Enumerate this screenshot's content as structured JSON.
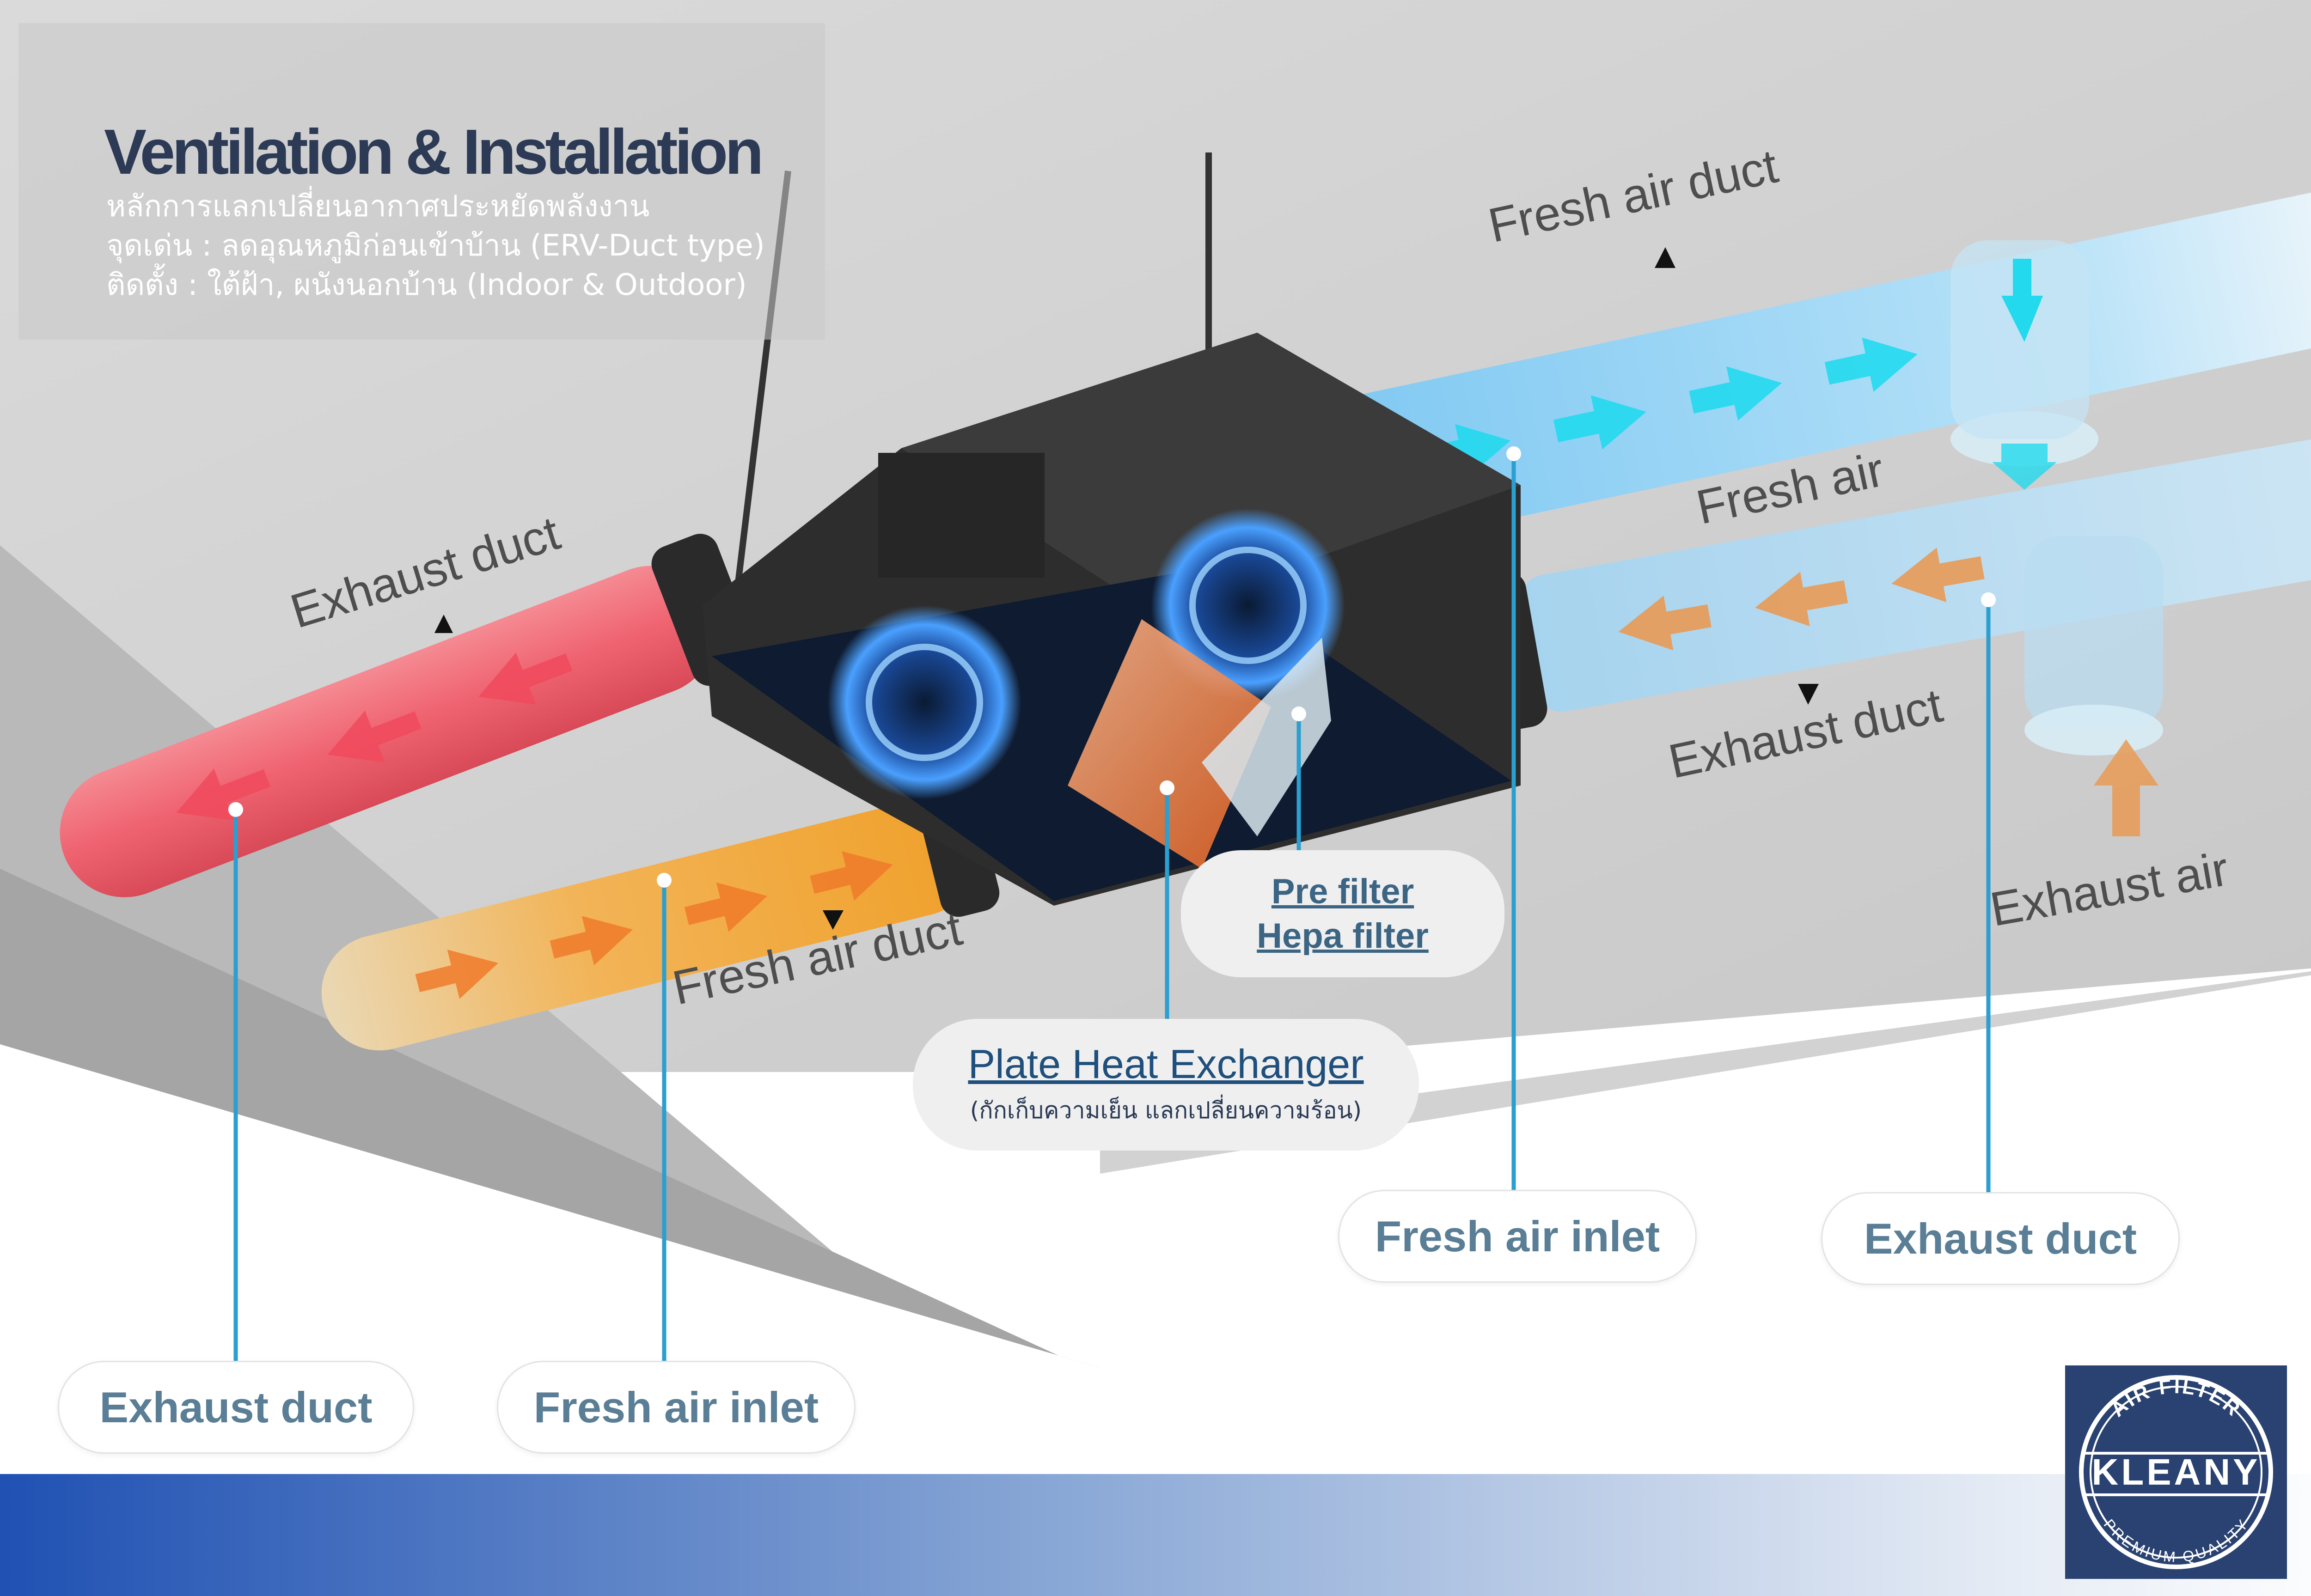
{
  "header": {
    "title": "Ventilation & Installation",
    "lines": [
      "หลักการแลกเปลี่ยนอากาศประหยัดพลังงาน",
      "จุดเด่น : ลดอุณหภูมิก่อนเข้าบ้าน (ERV-Duct type)",
      "ติดตั้ง : ใต้ฝ้า, ผนังนอกบ้าน (Indoor & Outdoor)"
    ]
  },
  "duct_labels": {
    "fresh_air_duct_top": "Fresh air duct",
    "fresh_air": "Fresh air",
    "exhaust_duct_left": "Exhaust duct",
    "exhaust_duct_right": "Exhaust duct",
    "fresh_air_duct_bottom": "Fresh air duct",
    "exhaust_air": "Exhaust air"
  },
  "callouts": {
    "pre_filter": "Pre filter",
    "hepa_filter": "Hepa filter",
    "plate_heat_exchanger": "Plate Heat Exchanger",
    "plate_heat_exchanger_sub": "(กักเก็บความเย็น แลกเปลี่ยนความร้อน)",
    "fresh_air_inlet_right": "Fresh air inlet",
    "exhaust_duct_right": "Exhaust duct",
    "exhaust_duct_left": "Exhaust duct",
    "fresh_air_inlet_left": "Fresh air inlet"
  },
  "logo": {
    "arc_top": "AIR FILTER",
    "brand": "KLEANY",
    "arc_bottom": "PREMIUM QUALITY"
  },
  "colors": {
    "title": "#2c3a55",
    "exhaust_red": "#f06a75",
    "fresh_orange": "#f0a030",
    "fresh_blue": "#8fd0f2",
    "exhaust_blue": "#a8d2ec",
    "arrow_cyan": "#22d9ee",
    "arrow_orange": "#e89a55",
    "callout_text": "#5a7e95",
    "logo_bg": "#2a4271"
  }
}
